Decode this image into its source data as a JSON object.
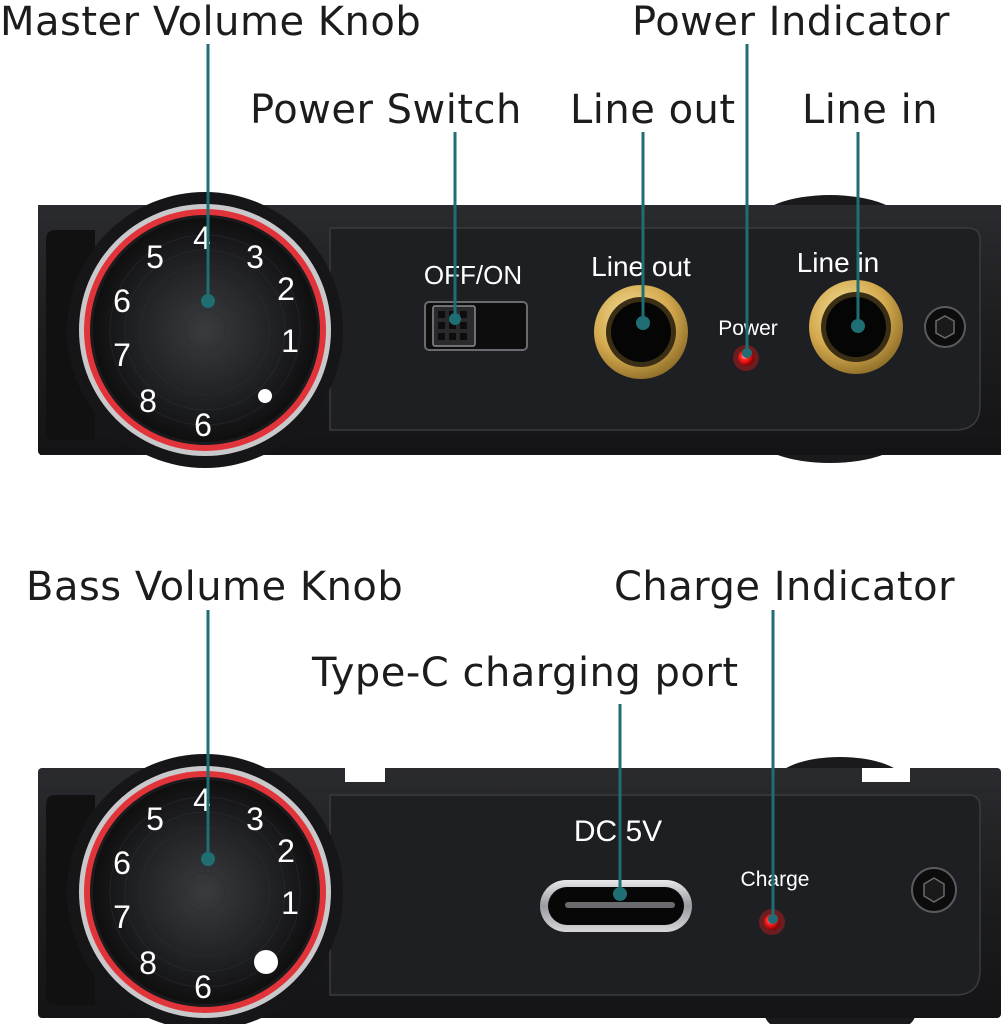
{
  "callouts": {
    "master_volume_knob": "Master Volume Knob",
    "power_switch": "Power Switch",
    "line_out": "Line out",
    "power_indicator": "Power Indicator",
    "line_in": "Line in",
    "bass_volume_knob": "Bass Volume Knob",
    "type_c_port": "Type-C charging port",
    "charge_indicator": "Charge Indicator"
  },
  "panel_top": {
    "switch_label": "OFF/ON",
    "line_out_label": "Line out",
    "power_label": "Power",
    "line_in_label": "Line in"
  },
  "panel_bottom": {
    "dc_label": "DC 5V",
    "charge_label": "Charge"
  },
  "knob_numbers": [
    "4",
    "3",
    "2",
    "1",
    "5",
    "6",
    "7",
    "8",
    "6"
  ],
  "colors": {
    "leader_line": "#1f6e74",
    "leader_dot": "#1f6e74",
    "device_body": "#202124",
    "knob_ring": "#e0343a",
    "jack_gold": "#c9a04a",
    "led_red": "#ff1a1a"
  },
  "icons": [
    "hex-screw-icon",
    "led-icon",
    "knob-dot-icon"
  ]
}
